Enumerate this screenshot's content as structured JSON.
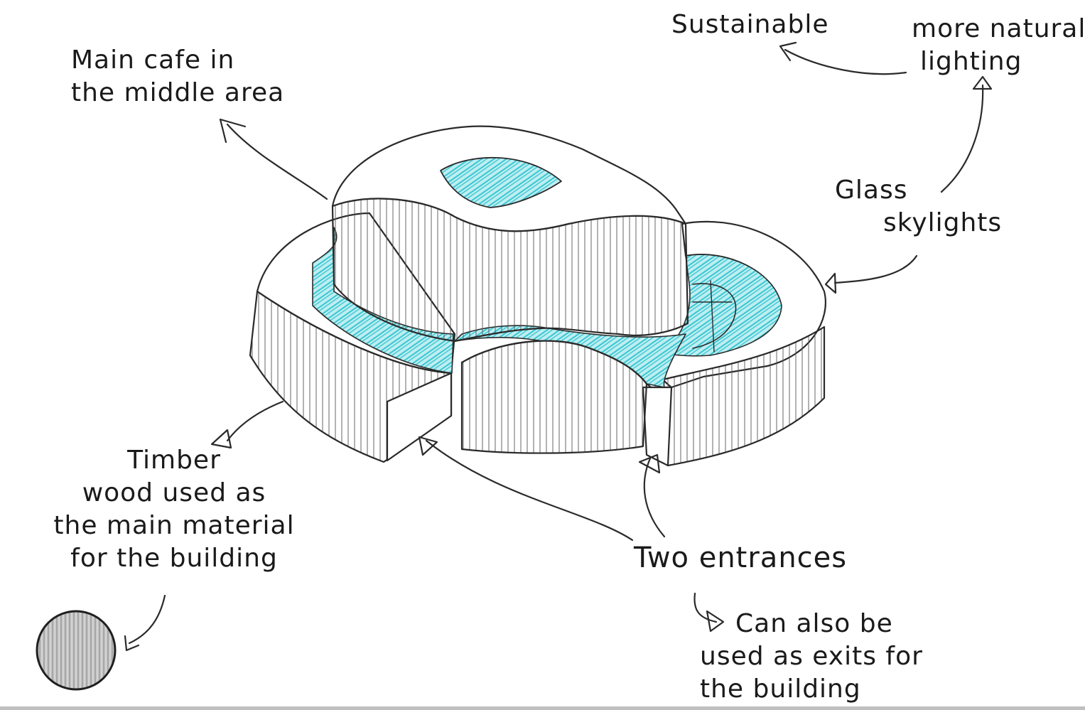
{
  "annotations": {
    "cafe": [
      "Main cafe in",
      "the middle area"
    ],
    "sustainable": "Sustainable",
    "lighting": [
      "more natural",
      "lighting"
    ],
    "skylights": [
      "Glass",
      "skylights"
    ],
    "timber": [
      "Timber",
      "wood used as",
      "the main material",
      "for the building"
    ],
    "entrances": "Two entrances",
    "exits": [
      "Can also be",
      "used as exits for",
      "the building"
    ]
  },
  "colors": {
    "ink": "#1c1c1c",
    "glass": "#5fd3dc",
    "wood_swatch": "#b8b8b8"
  },
  "icons": {
    "wood_swatch": "timber-texture-swatch"
  }
}
